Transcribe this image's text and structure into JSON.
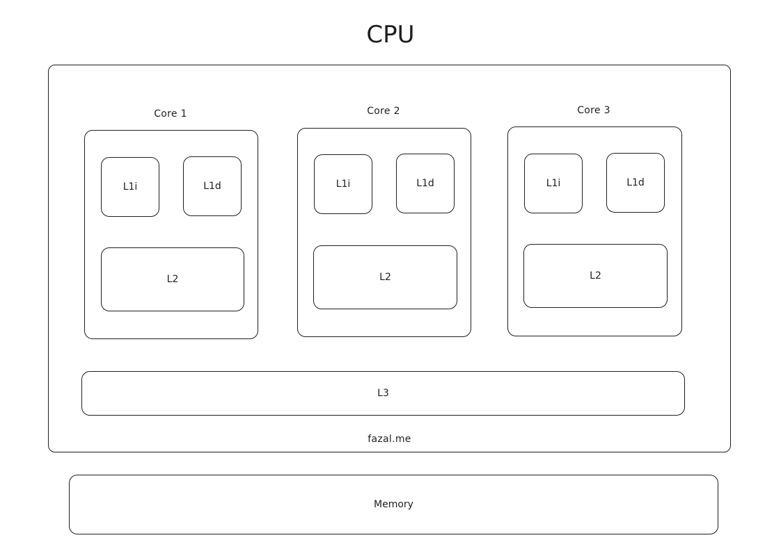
{
  "title": "CPU",
  "cores": [
    {
      "label": "Core 1",
      "l1i": "L1i",
      "l1d": "L1d",
      "l2": "L2"
    },
    {
      "label": "Core 2",
      "l1i": "L1i",
      "l1d": "L1d",
      "l2": "L2"
    },
    {
      "label": "Core 3",
      "l1i": "L1i",
      "l1d": "L1d",
      "l2": "L2"
    }
  ],
  "l3": "L3",
  "watermark": "fazal.me",
  "memory": "Memory"
}
